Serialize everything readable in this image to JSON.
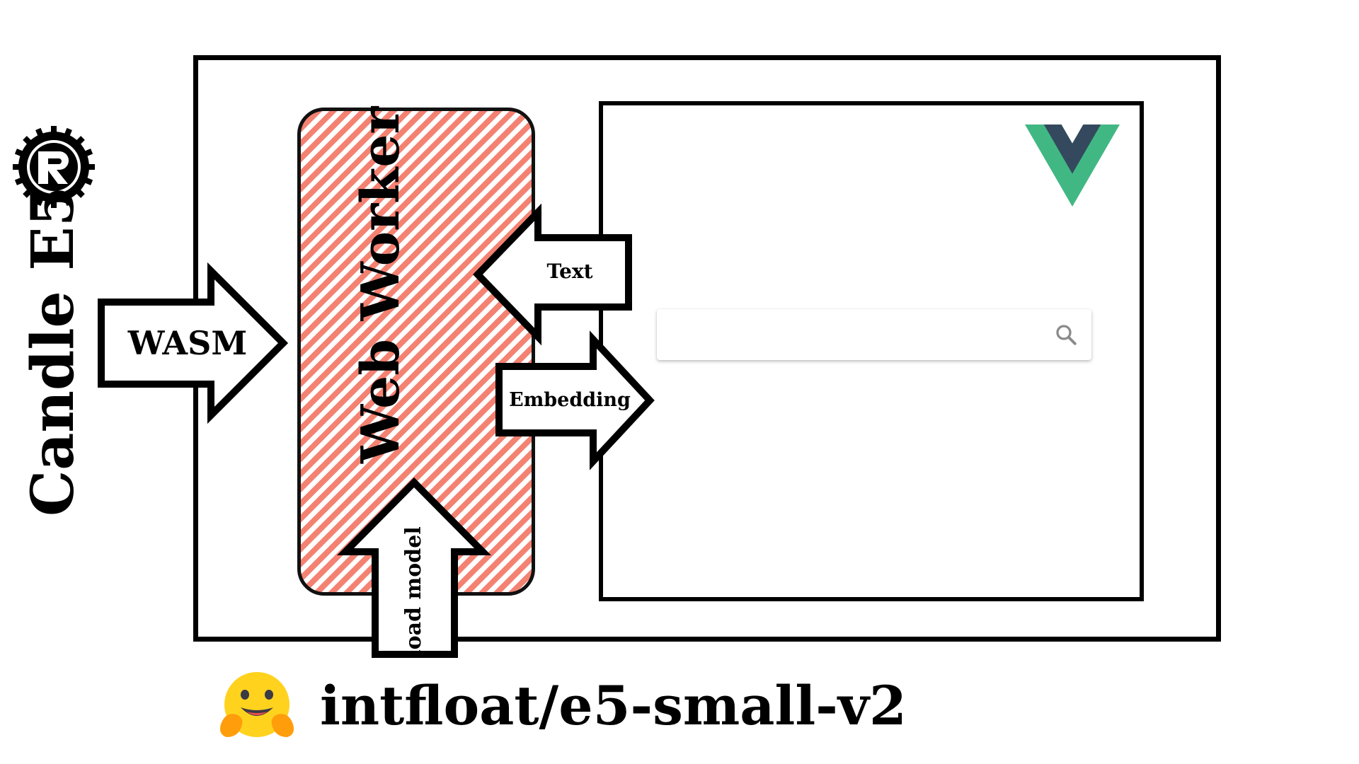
{
  "title": "Candle E5",
  "worker": {
    "label": "Web Worker"
  },
  "arrows": {
    "wasm": "WASM",
    "text": "Text",
    "embedding": "Embedding",
    "load_model": "load model"
  },
  "search": {
    "value": "",
    "placeholder": ""
  },
  "model": {
    "name": "intfloat/e5-small-v2"
  },
  "icons": {
    "rust_logo": "rust-logo-icon",
    "vue_logo": "vue-logo-icon",
    "hugging_face": "hugging-face-emoji-icon",
    "search": "search-icon"
  },
  "colors": {
    "hatch": "#f48272",
    "vue_green": "#41b883",
    "vue_dark": "#34495e",
    "emoji_yellow": "#ffd21e",
    "emoji_orange": "#ff9d0b"
  }
}
